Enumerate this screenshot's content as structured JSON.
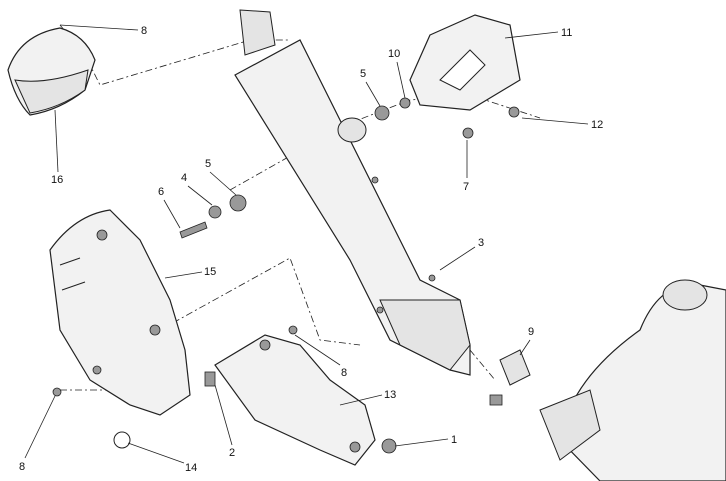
{
  "diagram": {
    "title": "Exhaust system exploded view",
    "callouts": [
      {
        "id": "c8a",
        "text": "8"
      },
      {
        "id": "c16",
        "text": "16"
      },
      {
        "id": "c11",
        "text": "11"
      },
      {
        "id": "c10",
        "text": "10"
      },
      {
        "id": "c5a",
        "text": "5"
      },
      {
        "id": "c12",
        "text": "12"
      },
      {
        "id": "c7",
        "text": "7"
      },
      {
        "id": "c5b",
        "text": "5"
      },
      {
        "id": "c4",
        "text": "4"
      },
      {
        "id": "c6",
        "text": "6"
      },
      {
        "id": "c3",
        "text": "3"
      },
      {
        "id": "c15",
        "text": "15"
      },
      {
        "id": "c9",
        "text": "9"
      },
      {
        "id": "c8b",
        "text": "8"
      },
      {
        "id": "c13",
        "text": "13"
      },
      {
        "id": "c1",
        "text": "1"
      },
      {
        "id": "c2",
        "text": "2"
      },
      {
        "id": "c14",
        "text": "14"
      },
      {
        "id": "c8c",
        "text": "8"
      }
    ]
  }
}
